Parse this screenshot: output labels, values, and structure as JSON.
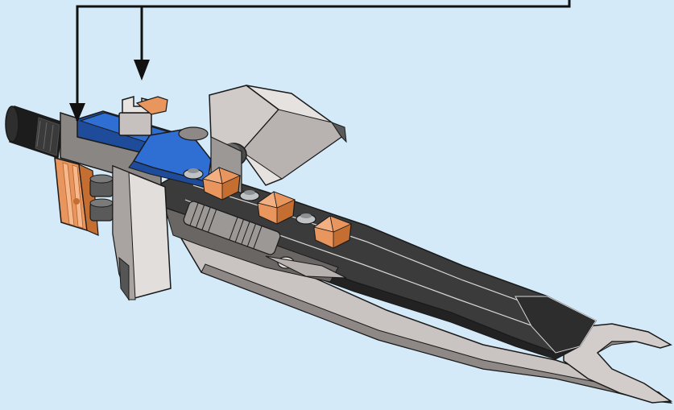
{
  "image": {
    "background_color": "#D4EAF8",
    "palette": {
      "outline": "#1A1A1A",
      "silver_light": "#E6E2E0",
      "silver_mid": "#C2BDBB",
      "silver_dark": "#8E8886",
      "dark_gray": "#3B3B3B",
      "black": "#1C1C1C",
      "blue": "#2F6FD3",
      "blue_dark": "#1E4B9A",
      "orange_trans": "#E8955E",
      "orange_dark": "#B35F2A",
      "stud_gray": "#BFC3C6"
    },
    "callout": {
      "arrow_count": 2,
      "arrow_heads": [
        "down",
        "down"
      ]
    }
  }
}
